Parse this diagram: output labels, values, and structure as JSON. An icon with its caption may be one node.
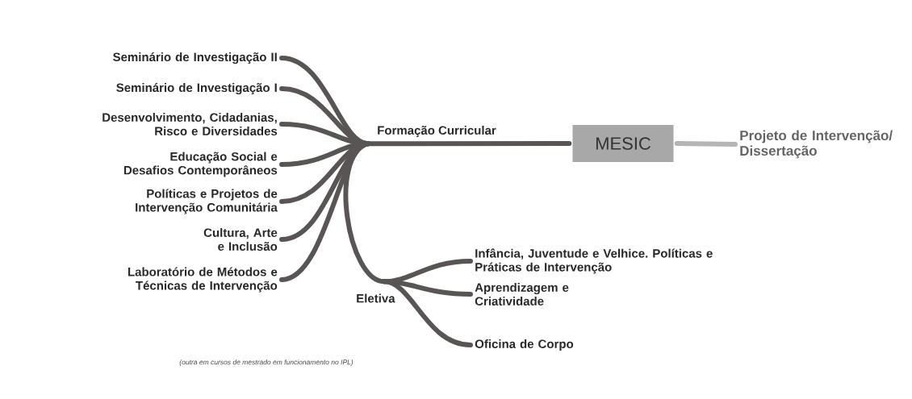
{
  "diagram": {
    "nodes": [
      {
        "text": [
          "MESIC"
        ]
      },
      {
        "text": [
          "Formação Curricular"
        ]
      },
      {
        "text": [
          "Seminário de Investigação II"
        ]
      },
      {
        "text": [
          "Seminário de Investigação I"
        ]
      },
      {
        "text": [
          "Desenvolvimento, Cidadanias, Risco e Diversidades"
        ]
      },
      {
        "text": [
          "Educação Social e Desafios Contemporâneos"
        ]
      },
      {
        "text": [
          "Políticas e Projetos de Intervenção Comunitária"
        ]
      },
      {
        "text": [
          "Cultura, Arte e Inclusão"
        ]
      },
      {
        "text": [
          "Laboratório de Métodos e Técnicas de Intervenção"
        ]
      },
      {
        "text": [
          "Eletiva"
        ]
      },
      {
        "text": [
          "Infância, Juventude e Velhice. Políticas e Práticas de Intervenção"
        ]
      },
      {
        "text": [
          "Aprendizagem e Criatividade"
        ]
      },
      {
        "text": [
          "Oficina de Corpo"
        ]
      },
      {
        "text": [
          "Projeto de Intervenção/ Dissertação"
        ]
      }
    ],
    "edges": [
      {
        "from": 0,
        "to": 1,
        "arrow": "none"
      },
      {
        "from": 0,
        "to": 13,
        "arrow": "none",
        "color": "#b5b5b5"
      },
      {
        "from": 1,
        "to": 2,
        "arrow": "none"
      },
      {
        "from": 1,
        "to": 3,
        "arrow": "none"
      },
      {
        "from": 1,
        "to": 4,
        "arrow": "none"
      },
      {
        "from": 1,
        "to": 5,
        "arrow": "none"
      },
      {
        "from": 1,
        "to": 6,
        "arrow": "none"
      },
      {
        "from": 1,
        "to": 7,
        "arrow": "none"
      },
      {
        "from": 1,
        "to": 8,
        "arrow": "none"
      },
      {
        "from": 1,
        "to": 9,
        "arrow": "none"
      },
      {
        "from": 9,
        "to": 10,
        "arrow": "none"
      },
      {
        "from": 9,
        "to": 11,
        "arrow": "none"
      },
      {
        "from": 9,
        "to": 12,
        "arrow": "none"
      }
    ],
    "labels": [
      "(outra em cursos de mestrado em funcionamento no IPL)"
    ]
  }
}
